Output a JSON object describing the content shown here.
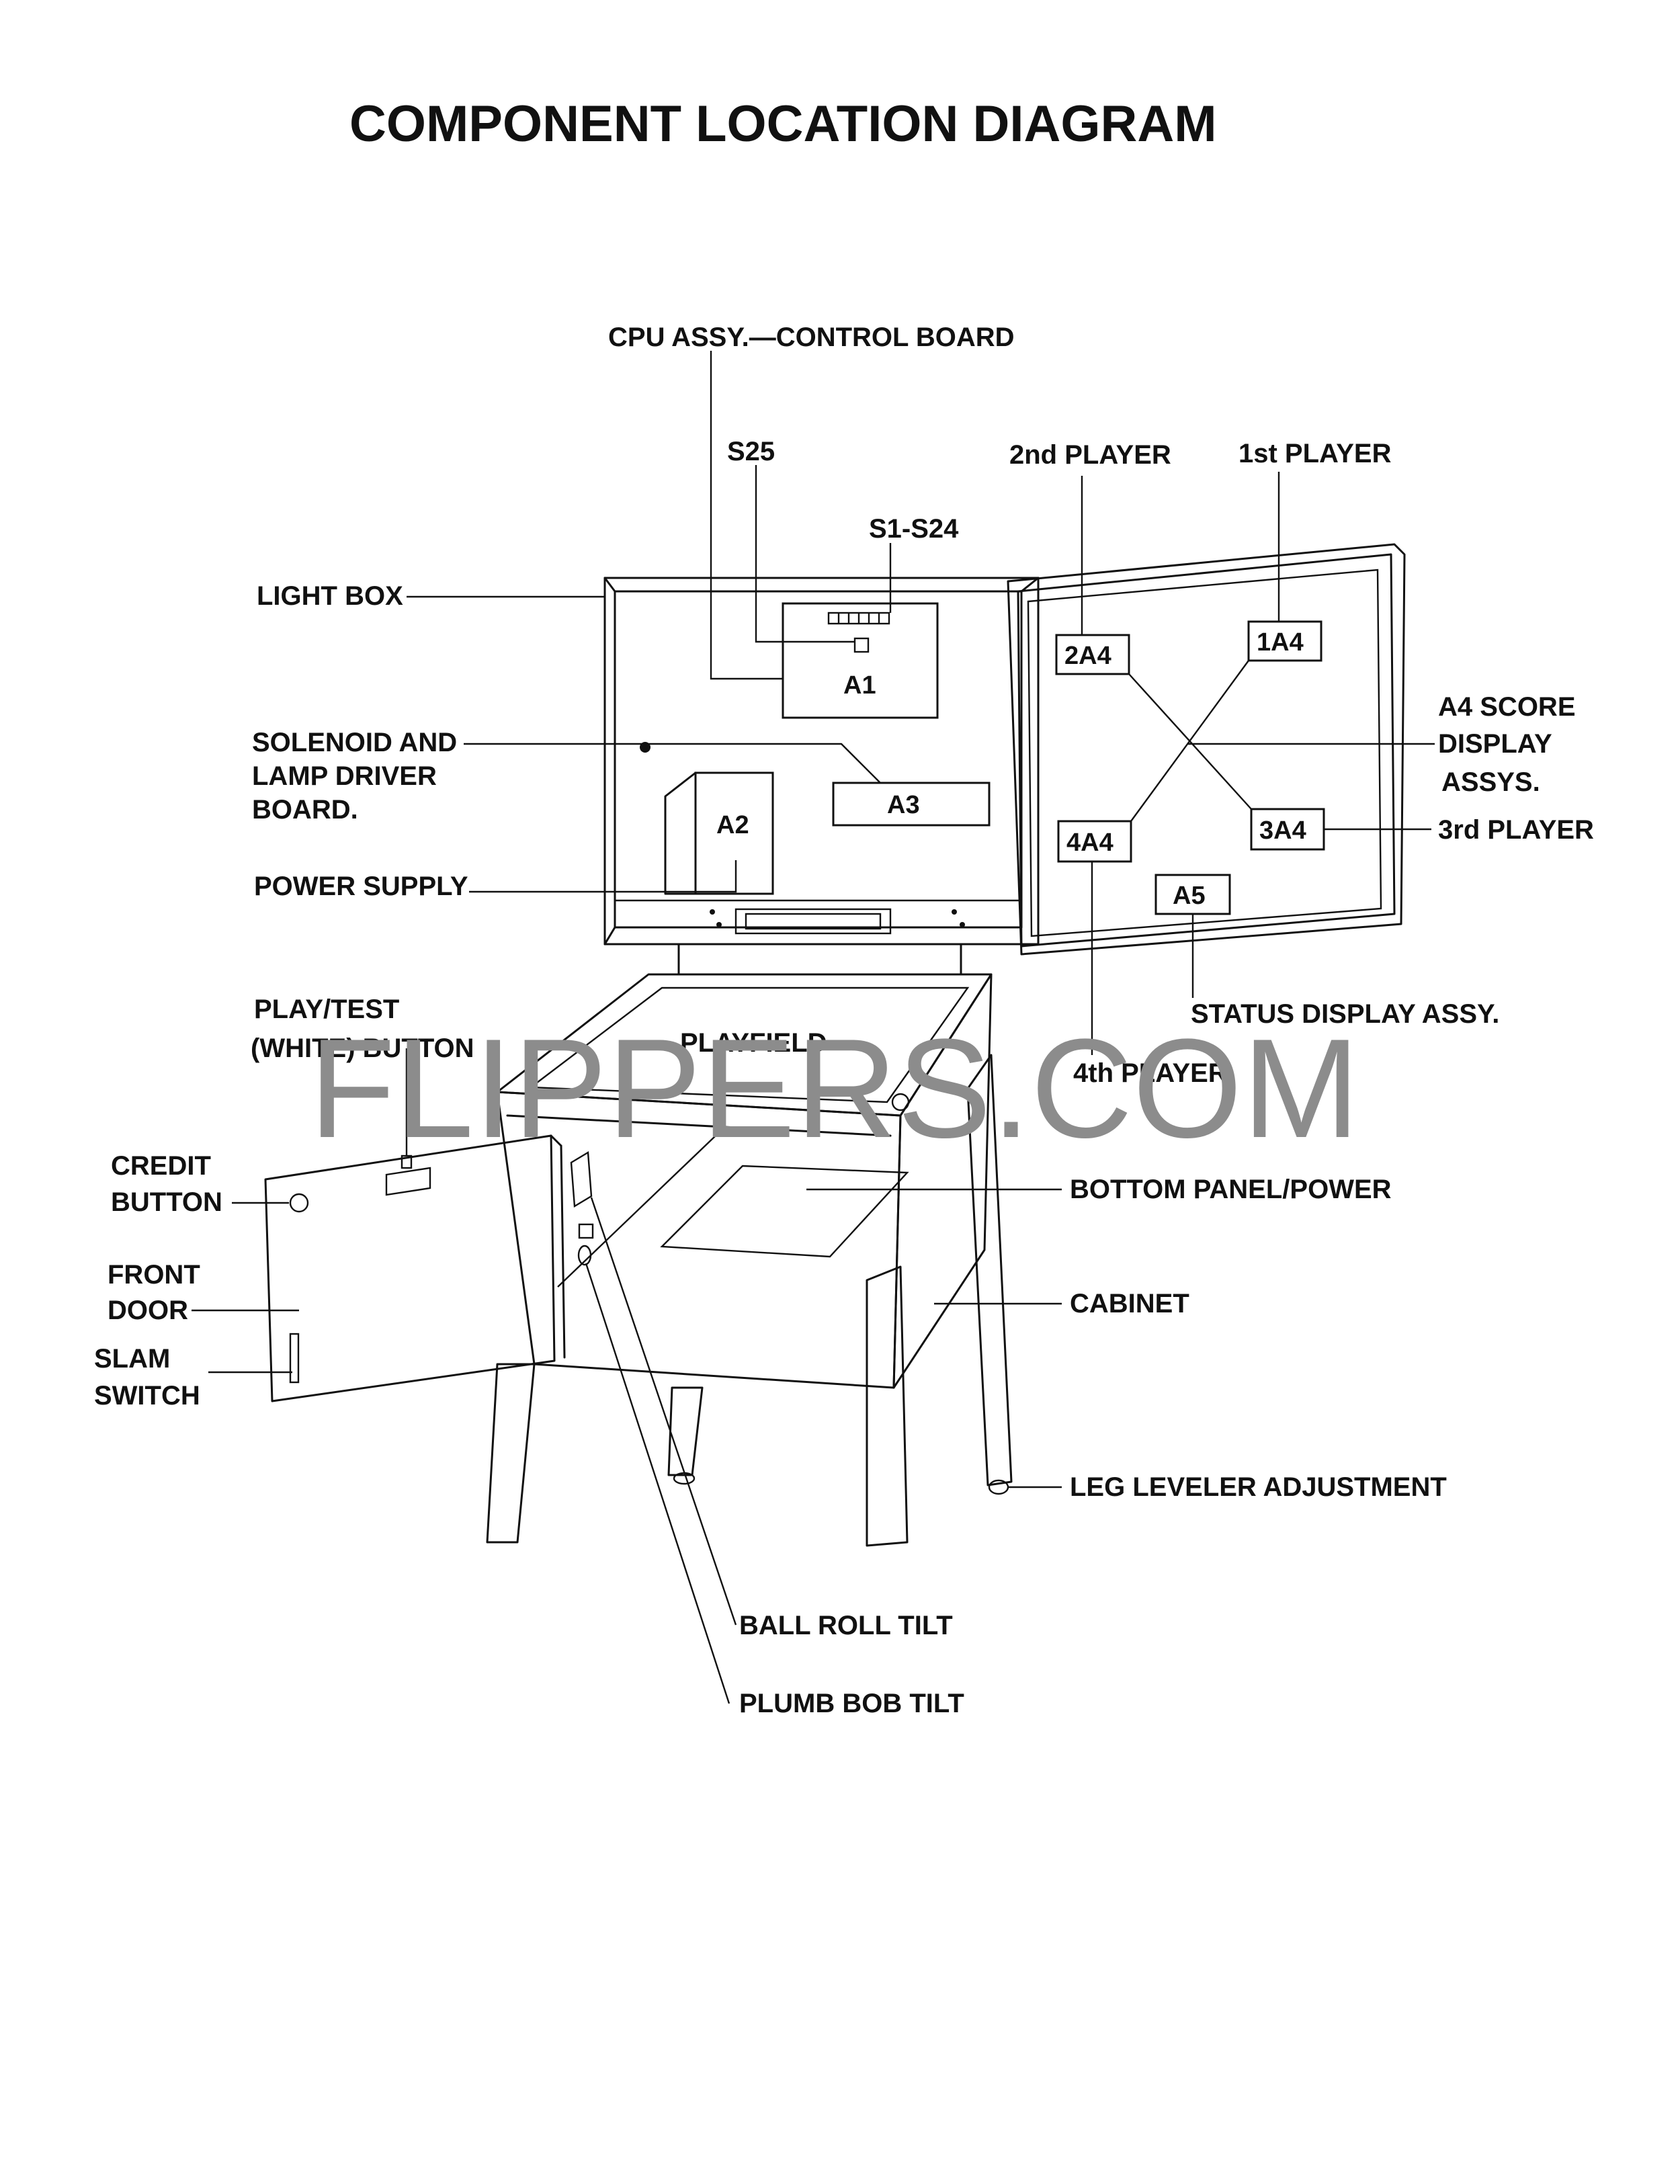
{
  "title": "COMPONENT LOCATION DIAGRAM",
  "watermark": "FLIPPERS.COM",
  "boxes": {
    "a1": "A1",
    "a2": "A2",
    "a3": "A3",
    "a5": "A5",
    "p1": "1A4",
    "p2": "2A4",
    "p3": "3A4",
    "p4": "4A4"
  },
  "labels": {
    "cpu": "CPU ASSY.—CONTROL BOARD",
    "s25": "S25",
    "s1s24": "S1-S24",
    "second_player": "2nd PLAYER",
    "first_player": "1st PLAYER",
    "light_box": "LIGHT BOX",
    "a4_score": [
      "A4 SCORE",
      "DISPLAY",
      "ASSYS."
    ],
    "solenoid": [
      "SOLENOID AND",
      "LAMP DRIVER",
      "BOARD."
    ],
    "third_player": "3rd PLAYER",
    "power_supply": "POWER SUPPLY",
    "play_test": [
      "PLAY/TEST",
      "(WHITE) BUTTON"
    ],
    "playfield": "PLAYFIELD",
    "status_display": "STATUS DISPLAY ASSY.",
    "fourth_player": "4th PLAYER",
    "credit_button": [
      "CREDIT",
      "BUTTON"
    ],
    "bottom_panel": "BOTTOM PANEL/POWER",
    "front_door": [
      "FRONT",
      "DOOR"
    ],
    "cabinet": "CABINET",
    "slam_switch": [
      "SLAM",
      "SWITCH"
    ],
    "leg_leveler": "LEG LEVELER ADJUSTMENT",
    "ball_roll_tilt": "BALL ROLL TILT",
    "plumb_bob_tilt": "PLUMB BOB TILT"
  }
}
